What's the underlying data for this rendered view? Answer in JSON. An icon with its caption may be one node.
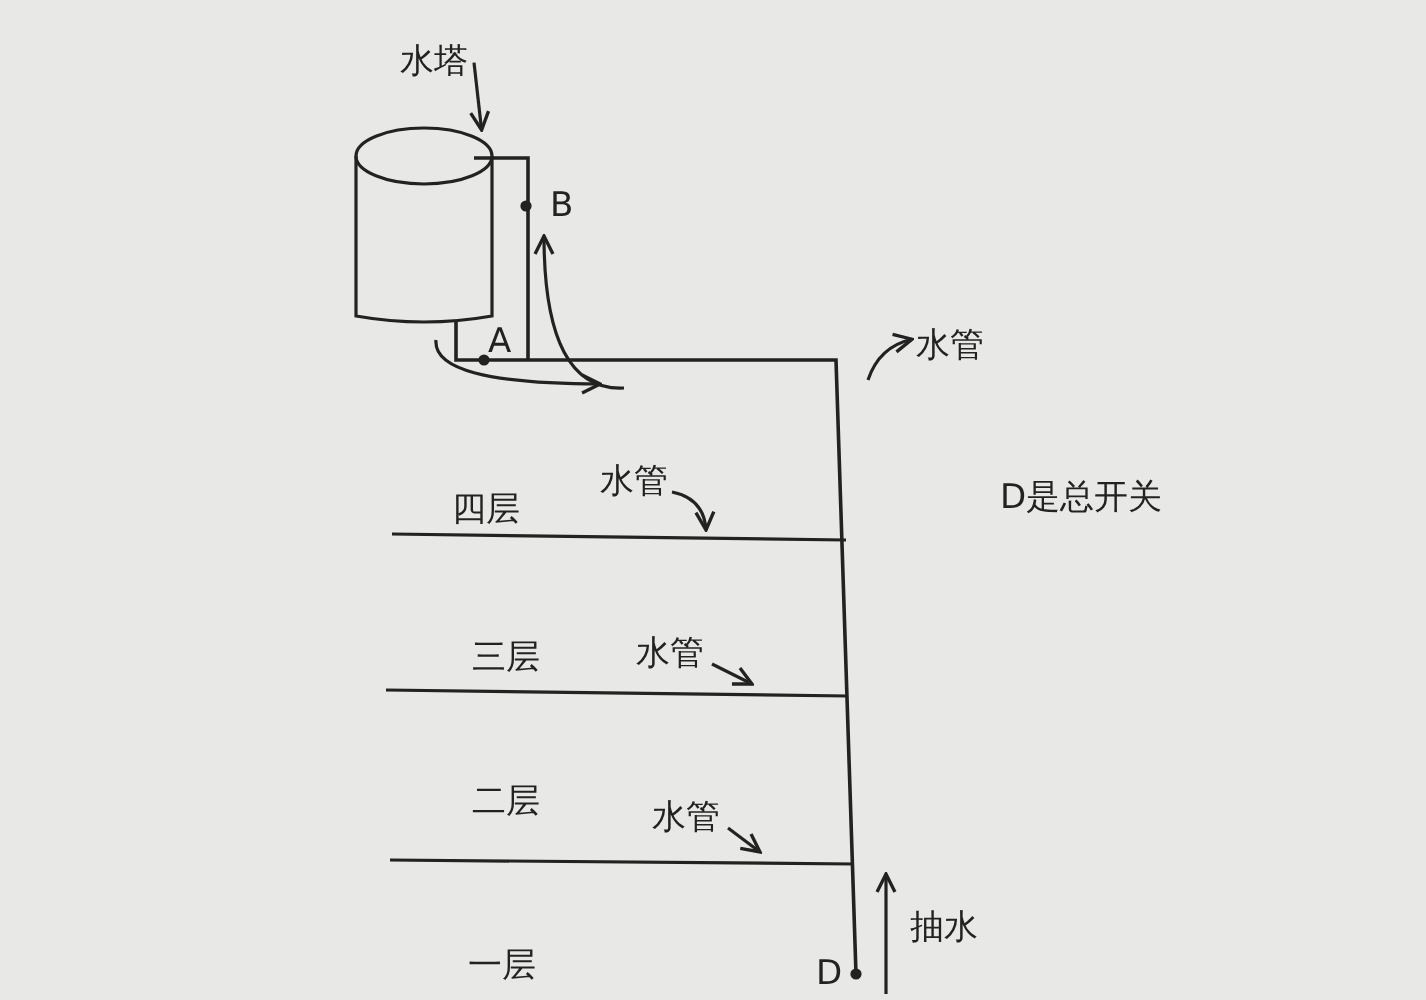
{
  "diagram": {
    "nodes": [
      {
        "text": [
          "水塔"
        ]
      },
      {
        "text": [],
        "shape": "cylinder"
      },
      {
        "text": [
          "水管"
        ]
      },
      {
        "text": [
          "水管"
        ]
      },
      {
        "text": [
          "水管"
        ]
      },
      {
        "text": [
          "水管"
        ]
      }
    ],
    "edges": [
      {
        "from": 0,
        "to": 1,
        "arrow": "to"
      },
      {
        "from": null,
        "to": 2,
        "arrow": "to"
      },
      {
        "from": 3,
        "to": null,
        "arrow": "to"
      },
      {
        "from": 4,
        "to": null,
        "arrow": "to"
      },
      {
        "from": 5,
        "to": null,
        "arrow": "to"
      }
    ],
    "labels": [
      "B",
      "A",
      "四层",
      "D是总开关",
      "三层",
      "二层",
      "抽水",
      "一层",
      "D"
    ]
  }
}
